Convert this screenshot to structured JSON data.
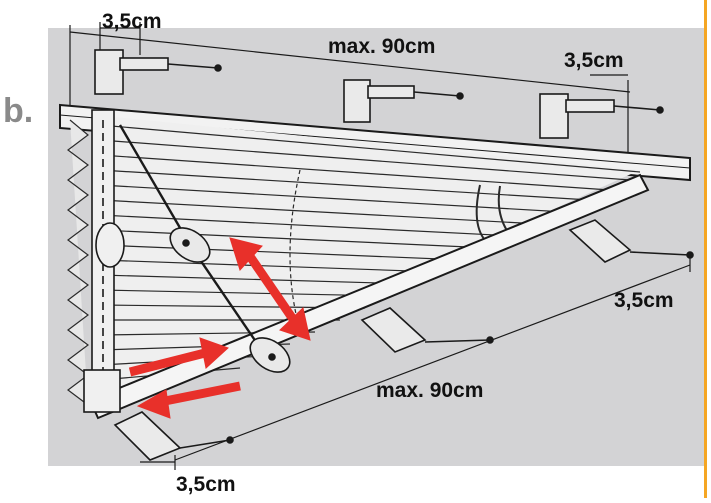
{
  "figure_label": "b.",
  "dimensions": {
    "top_left_bracket": "3,5cm",
    "top_span": "max. 90cm",
    "top_right_bracket": "3,5cm",
    "right_bracket": "3,5cm",
    "bottom_span": "max. 90cm",
    "bottom_bracket": "3,5cm"
  },
  "colors": {
    "panel": "#d3d3d5",
    "line": "#1a1a1a",
    "fabric": "#f2f2f2",
    "arrow": "#e8302a",
    "label_b": "#8a8a8a",
    "accent_border": "#f5a623"
  }
}
